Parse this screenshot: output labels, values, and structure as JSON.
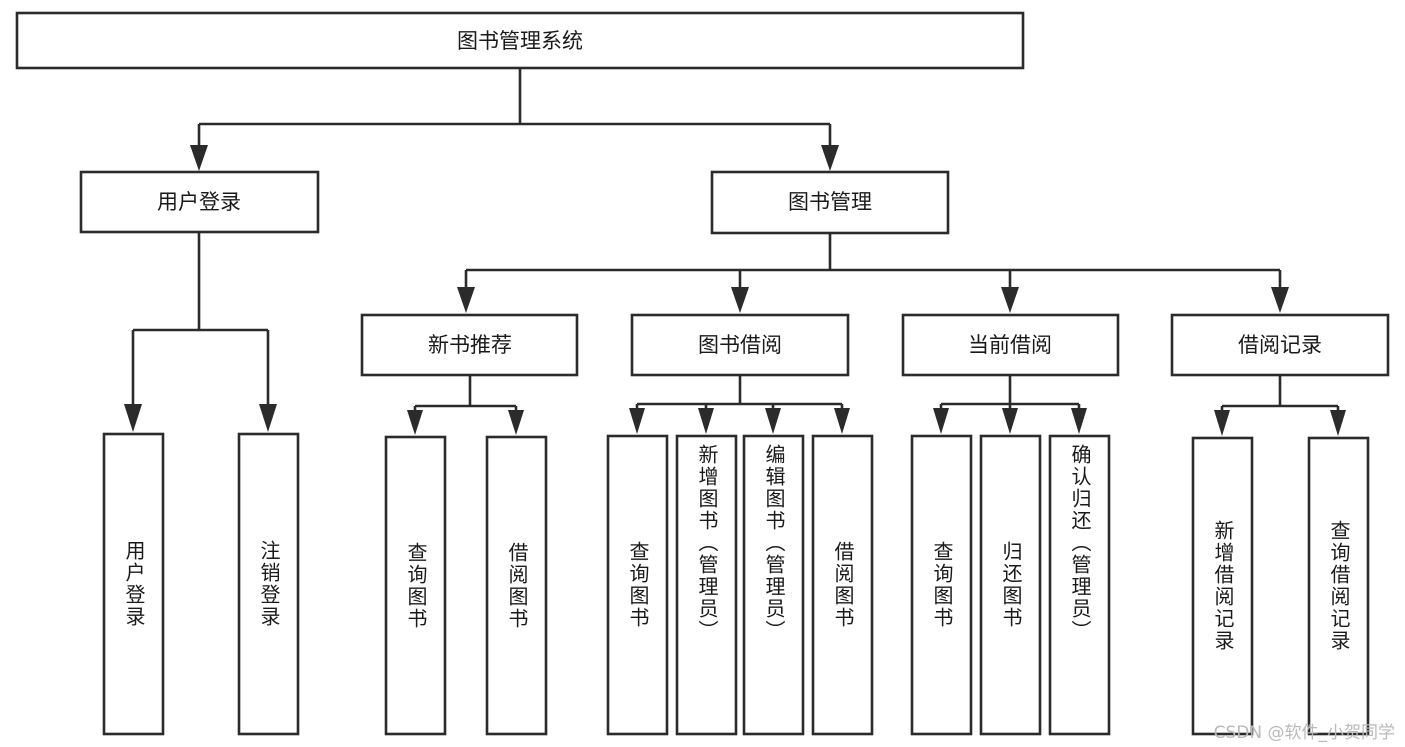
{
  "diagram": {
    "type": "tree-hierarchy",
    "title_node": {
      "label": "图书管理系统"
    },
    "level1": [
      {
        "id": "user-login",
        "label": "用户登录"
      },
      {
        "id": "book-management",
        "label": "图书管理"
      }
    ],
    "level2": [
      {
        "id": "new-book-recommend",
        "label": "新书推荐",
        "parent": "book-management"
      },
      {
        "id": "book-borrow",
        "label": "图书借阅",
        "parent": "book-management"
      },
      {
        "id": "current-borrow",
        "label": "当前借阅",
        "parent": "book-management"
      },
      {
        "id": "borrow-record",
        "label": "借阅记录",
        "parent": "book-management"
      }
    ],
    "leaves": {
      "user_login": [
        {
          "id": "leaf-user-login",
          "label": "用户登录"
        },
        {
          "id": "leaf-logout-login",
          "label": "注销登录"
        }
      ],
      "new_book_recommend": [
        {
          "id": "leaf-query-book-1",
          "label": "查询图书"
        },
        {
          "id": "leaf-borrow-book-1",
          "label": "借阅图书"
        }
      ],
      "book_borrow": [
        {
          "id": "leaf-query-book-2",
          "label": "查询图书"
        },
        {
          "id": "leaf-add-book",
          "label": "新增图书（管理员）"
        },
        {
          "id": "leaf-edit-book",
          "label": "编辑图书（管理员）"
        },
        {
          "id": "leaf-borrow-book-2",
          "label": "借阅图书"
        }
      ],
      "current_borrow": [
        {
          "id": "leaf-query-book-3",
          "label": "查询图书"
        },
        {
          "id": "leaf-return-book",
          "label": "归还图书"
        },
        {
          "id": "leaf-confirm-return",
          "label": "确认归还（管理员）"
        }
      ],
      "borrow_record": [
        {
          "id": "leaf-add-record",
          "label": "新增借阅记录"
        },
        {
          "id": "leaf-query-record",
          "label": "查询借阅记录"
        }
      ]
    }
  },
  "watermark": {
    "text": "CSDN @软件_小贺同学"
  },
  "colors": {
    "stroke": "#2b2b2b",
    "fill": "#ffffff",
    "text": "#1a1a1a",
    "watermark": "#b9b9b9",
    "background": "#ffffff"
  }
}
